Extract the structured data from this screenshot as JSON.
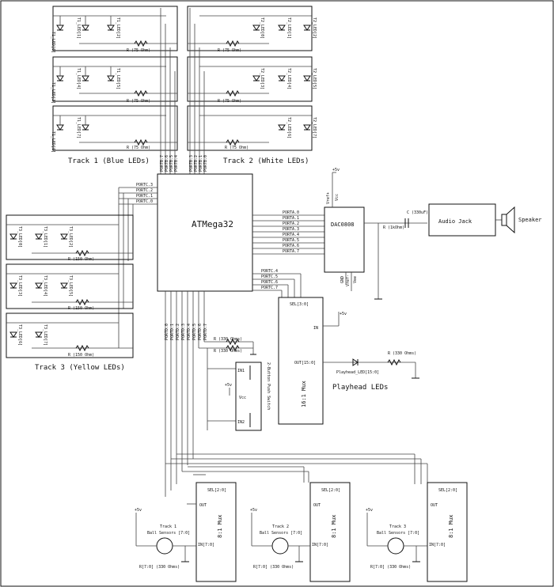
{
  "labels": {
    "mcu": "ATMega32",
    "dac": "DAC0808",
    "audio_jack": "Audio Jack",
    "speaker": "Speaker",
    "track1_title": "Track 1 (Blue LEDs)",
    "track2_title": "Track 2 (White LEDs)",
    "track3_title": "Track 3 (Yellow LEDs)",
    "playhead_title": "Playhead LEDs",
    "mux16": "16:1 Mux",
    "mux8": "8:1 Mux",
    "push_switch": "2-Button Push Switch",
    "in1": "IN1",
    "in2": "IN2",
    "vcc": "Vcc",
    "plus5v": "+5v",
    "sel_3_0": "SEL[3:0]",
    "sel_2_0": "SEL[2:0]",
    "in": "IN",
    "out": "OUT",
    "out_15_0": "OUT[15:0]",
    "in_7_0": "IN[7:0]",
    "playhead_led": "Playhead_LED[15:0]",
    "r75": "R (75 Ohm)",
    "r150": "R (150 Ohm)",
    "r330_ohms": "R (330 Ohms)",
    "r330_ohm": "R (330 Ohm)",
    "r1k": "R (1kOhm)",
    "cap": "C (330uF)",
    "ball_r": "R[7:0] (330 Ohms)",
    "vref": "Vref+",
    "vee": "Vee",
    "vref_neg": "Vref-",
    "gnd": "GND"
  },
  "ports": {
    "portb": [
      "PORTB.7",
      "PORTB.6",
      "PORTB.5",
      "PORTB.4",
      "PORTB.3",
      "PORTB.2",
      "PORTB.1",
      "PORTB.0"
    ],
    "porta": [
      "PORTA.0",
      "PORTA.1",
      "PORTA.2",
      "PORTA.3",
      "PORTA.4",
      "PORTA.5",
      "PORTA.6",
      "PORTA.7"
    ],
    "portc_left": [
      "PORTC.3",
      "PORTC.2",
      "PORTC.1",
      "PORTC.0"
    ],
    "portc_right": [
      "PORTC.4",
      "PORTC.5",
      "PORTC.6",
      "PORTC.7"
    ],
    "portd": [
      "PORTD.0",
      "PORTD.1",
      "PORTD.2",
      "PORTD.3",
      "PORTD.4",
      "PORTD.5",
      "PORTD.6",
      "PORTD.7"
    ]
  },
  "leds": {
    "t1_top": [
      "T1_LED[0]",
      "T1_LED[1]",
      "T1_LED[2]"
    ],
    "t1_mid": [
      "T1_LED[3]",
      "T1_LED[4]",
      "T1_LED[5]"
    ],
    "t1_bot": [
      "T1_LED[6]",
      "T1_LED[7]"
    ],
    "t2_top": [
      "T2_LED[0]",
      "T2_LED[1]",
      "T2_LED[2]"
    ],
    "t2_mid": [
      "T2_LED[3]",
      "T2_LED[4]",
      "T2_LED[5]"
    ],
    "t2_bot": [
      "T2_LED[6]",
      "T2_LED[7]"
    ],
    "t3_top": [
      "T3_LED[0]",
      "T3_LED[1]",
      "T3_LED[2]"
    ],
    "t3_mid": [
      "T3_LED[3]",
      "T3_LED[4]",
      "T3_LED[5]"
    ],
    "t3_bot": [
      "T3_LED[6]",
      "T3_LED[7]"
    ]
  },
  "ball_sensors": [
    {
      "track": "Track 1",
      "label": "Ball Sensors [7:0]"
    },
    {
      "track": "Track 2",
      "label": "Ball Sensors [7:0]"
    },
    {
      "track": "Track 3",
      "label": "Ball Sensors [7:0]"
    }
  ]
}
